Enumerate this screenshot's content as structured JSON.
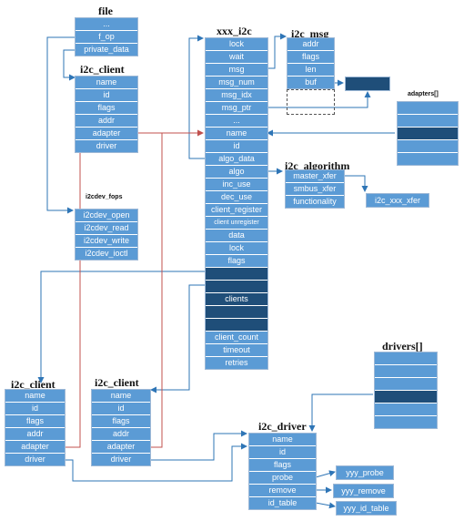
{
  "structs": {
    "file": {
      "title": "file",
      "rows": [
        "...",
        "f_op",
        "private_data"
      ]
    },
    "i2c_client_top": {
      "title": "i2c_client",
      "rows": [
        "name",
        "id",
        "flags",
        "addr",
        "adapter",
        "driver"
      ]
    },
    "i2cdev_fops": {
      "title": "i2cdev_fops",
      "rows": [
        "i2cdev_open",
        "i2cdev_read",
        "i2cdev_write",
        "i2cdev_ioctl"
      ]
    },
    "xxx_i2c": {
      "title": "xxx_i2c",
      "rows": [
        "lock",
        "wait",
        "msg",
        "msg_num",
        "msg_idx",
        "msg_ptr",
        "...",
        "name",
        "id",
        "algo_data",
        "algo",
        "inc_use",
        "dec_use",
        "client_register",
        "client unregister",
        "data",
        "lock",
        "flags",
        "",
        "",
        "clients",
        "",
        "",
        "client_count",
        "timeout",
        "retries"
      ]
    },
    "i2c_msg": {
      "title": "i2c_msg",
      "rows": [
        "addr",
        "flags",
        "len",
        "buf"
      ]
    },
    "adapters": {
      "title": "adapters[]",
      "rows": [
        "",
        "",
        "",
        "",
        ""
      ]
    },
    "i2c_algorithm": {
      "title": "i2c_algorithm",
      "rows": [
        "master_xfer",
        "smbus_xfer",
        "functionality"
      ]
    },
    "i2c_client_left": {
      "title": "i2c_client",
      "rows": [
        "name",
        "id",
        "flags",
        "addr",
        "adapter",
        "driver"
      ]
    },
    "i2c_client_mid": {
      "title": "i2c_client",
      "rows": [
        "name",
        "id",
        "flags",
        "addr",
        "adapter",
        "driver"
      ]
    },
    "drivers": {
      "title": "drivers[]",
      "rows": [
        "",
        "",
        "",
        "",
        "",
        ""
      ]
    },
    "i2c_driver": {
      "title": "i2c_driver",
      "rows": [
        "name",
        "id",
        "flags",
        "probe",
        "remove",
        "id_table"
      ]
    }
  },
  "labels": {
    "xxx_xfer": "i2c_xxx_xfer",
    "probe_fn": "yyy_probe",
    "remove_fn": "yyy_remove",
    "id_table_fn": "yyy_id_table"
  },
  "colors": {
    "cell": "#5b9bd5",
    "cell_dark": "#1f4e79",
    "cell_border": "#9db8d6",
    "arrow_blue": "#2e75b6",
    "arrow_red": "#c0504d"
  }
}
